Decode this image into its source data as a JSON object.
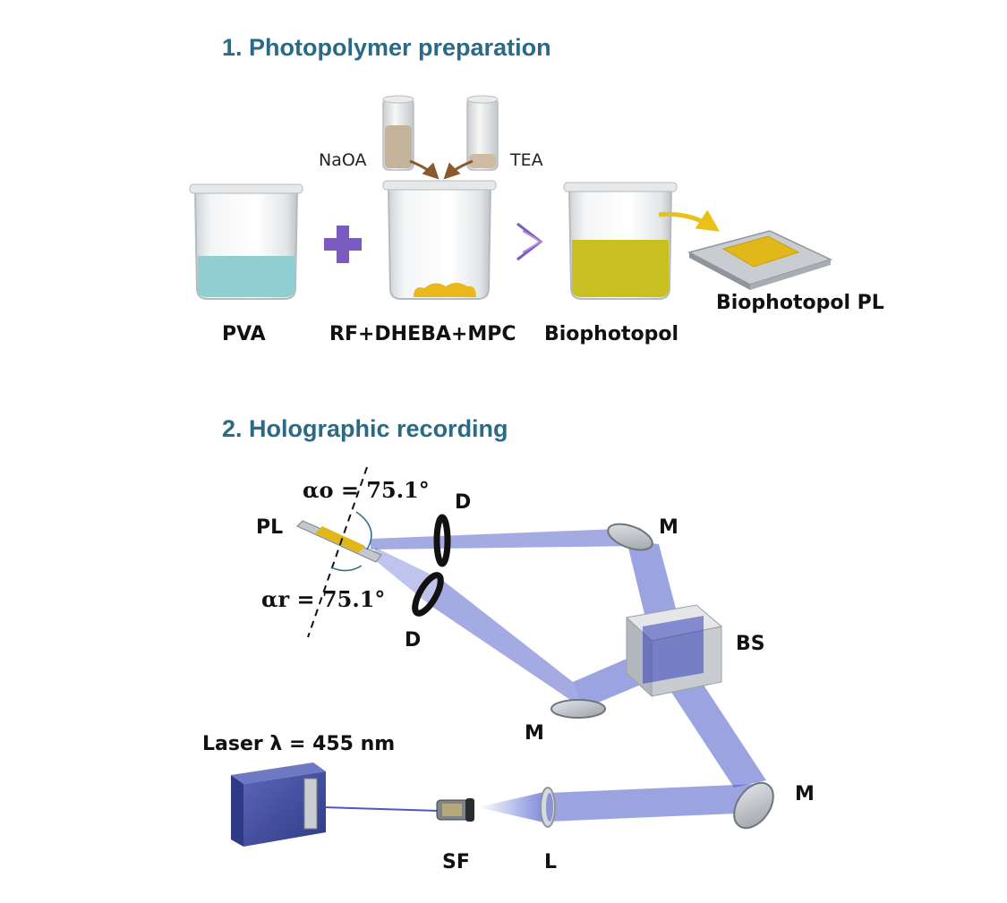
{
  "section1": {
    "title": "1. Photopolymer preparation",
    "labels": {
      "naoa": "NaOA",
      "tea": "TEA",
      "pva": "PVA",
      "mix": "RF+DHEBA+MPC",
      "biophotopol": "Biophotopol",
      "biophotopol_pl": "Biophotopol PL"
    }
  },
  "section2": {
    "title": "2. Holographic recording",
    "labels": {
      "pl": "PL",
      "d_top": "D",
      "d_bottom": "D",
      "m_top": "M",
      "bs": "BS",
      "m_middle": "M",
      "m_right": "M",
      "laser": "Laser λ = 455 nm",
      "sf": "SF",
      "l": "L",
      "alpha_o": "αo = 75.1°",
      "alpha_r": "αr = 75.1°"
    }
  },
  "colors": {
    "title": "#2b6a86",
    "beam": "#4a57c8",
    "pva_liquid": "#8fcfd2",
    "biophotopol_liquid": "#c8c020",
    "laser_body": "#3d4a9a",
    "arrow_brown": "#8a5a2e",
    "plus_purple": "#7a5cc0",
    "yellow_arrow": "#e8c21a"
  }
}
